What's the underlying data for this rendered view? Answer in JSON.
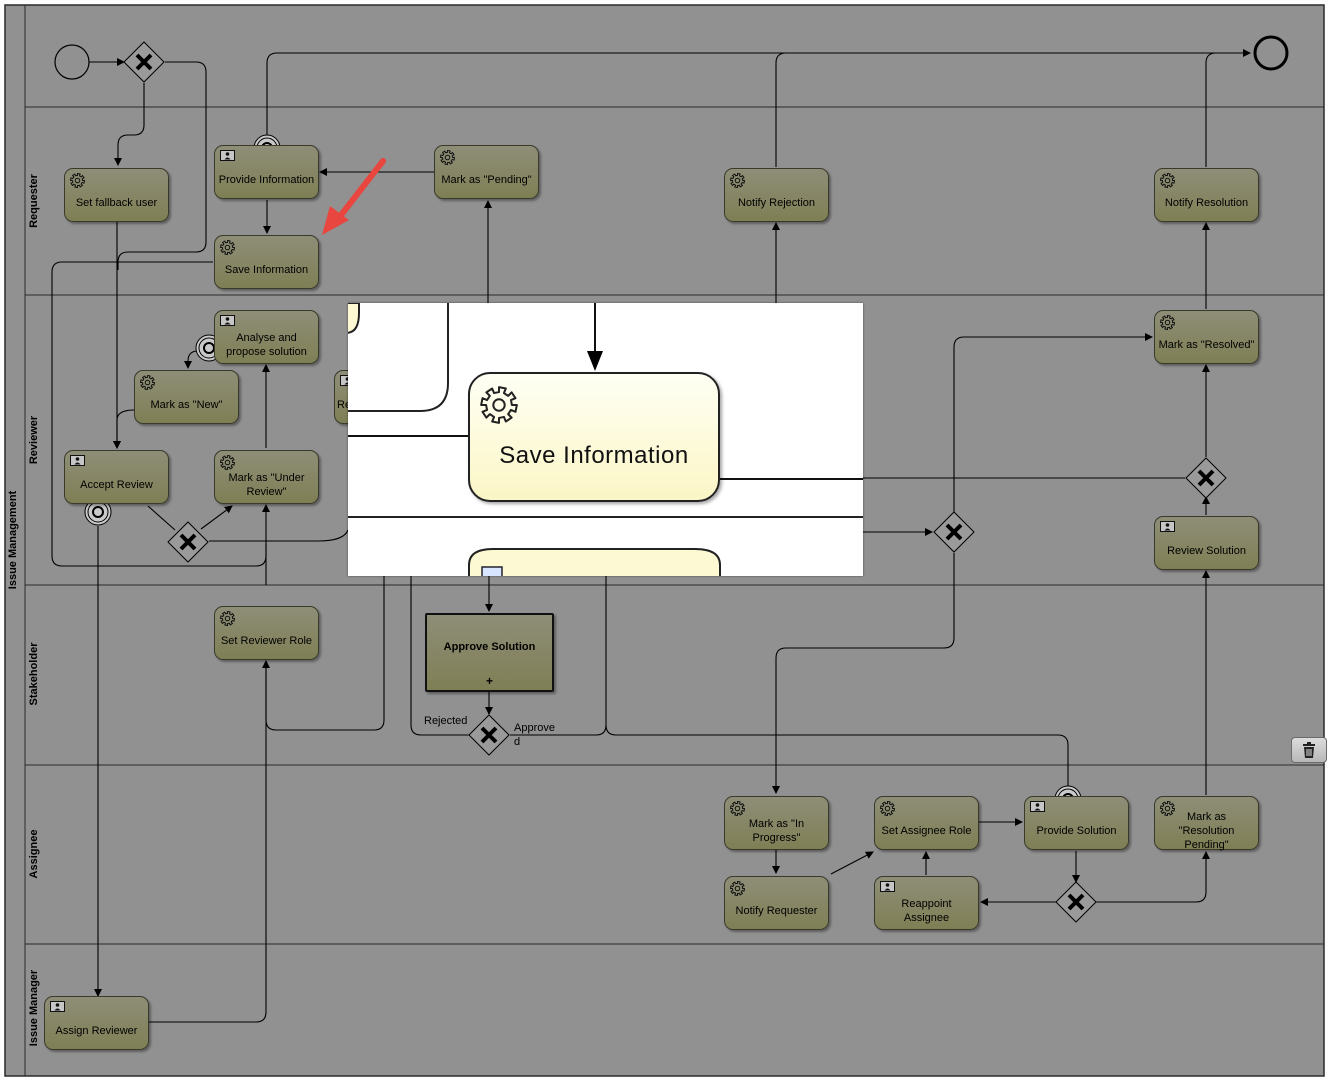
{
  "pool": {
    "label": "Issue Management"
  },
  "lanes": [
    {
      "id": "requester",
      "label": "Requester"
    },
    {
      "id": "reviewer",
      "label": "Reviewer"
    },
    {
      "id": "stakeholder",
      "label": "Stakeholder"
    },
    {
      "id": "assignee",
      "label": "Assignee"
    },
    {
      "id": "issue-manager",
      "label": "Issue Manager"
    }
  ],
  "tasks": {
    "set_fallback_user": {
      "label": "Set fallback user",
      "icon": "gear-icon"
    },
    "provide_information": {
      "label": "Provide Information",
      "icon": "user-task-icon"
    },
    "mark_pending": {
      "label": "Mark as \"Pending\"",
      "icon": "gear-icon"
    },
    "save_information": {
      "label": "Save Information",
      "icon": "gear-icon"
    },
    "notify_rejection": {
      "label": "Notify Rejection",
      "icon": "gear-icon"
    },
    "notify_resolution": {
      "label": "Notify Resolution",
      "icon": "gear-icon"
    },
    "analyse": {
      "label": "Analyse and propose solution",
      "icon": "user-task-icon"
    },
    "mark_new": {
      "label": "Mark as \"New\"",
      "icon": "gear-icon"
    },
    "accept_review": {
      "label": "Accept Review",
      "icon": "user-task-icon"
    },
    "mark_under_review": {
      "label": "Mark as \"Under Review\"",
      "icon": "gear-icon"
    },
    "partial_re": {
      "label": "Re",
      "icon": "user-task-icon"
    },
    "mark_resolved": {
      "label": "Mark as \"Resolved\"",
      "icon": "gear-icon"
    },
    "review_solution": {
      "label": "Review Solution",
      "icon": "user-task-icon"
    },
    "set_reviewer_role": {
      "label": "Set Reviewer Role",
      "icon": "gear-icon"
    },
    "approve_solution": {
      "label": "Approve Solution",
      "marker": "+"
    },
    "mark_in_progress": {
      "label": "Mark as \"In Progress\"",
      "icon": "gear-icon"
    },
    "set_assignee_role": {
      "label": "Set Assignee Role",
      "icon": "gear-icon"
    },
    "provide_solution": {
      "label": "Provide Solution",
      "icon": "user-task-icon"
    },
    "mark_resolution_pending": {
      "label": "Mark as \"Resolution Pending\"",
      "icon": "gear-icon"
    },
    "notify_requester": {
      "label": "Notify Requester",
      "icon": "gear-icon"
    },
    "reappoint_assignee": {
      "label": "Reappoint Assignee",
      "icon": "user-task-icon"
    },
    "assign_reviewer": {
      "label": "Assign Reviewer",
      "icon": "user-task-icon"
    }
  },
  "flow_labels": {
    "rejected": "Rejected",
    "approved_line1": "Approve",
    "approved_line2": "d"
  },
  "zoom_inset": {
    "label": "Save Information",
    "icon": "gear-icon"
  },
  "toolbar": {
    "delete_icon": "trash-icon"
  },
  "colors": {
    "task_fill": "#86866a",
    "canvas": "#919191",
    "lane_border": "#2a2a2a",
    "arrow": "#e8463e",
    "zoom_task_fill": "#fdf9d2"
  }
}
